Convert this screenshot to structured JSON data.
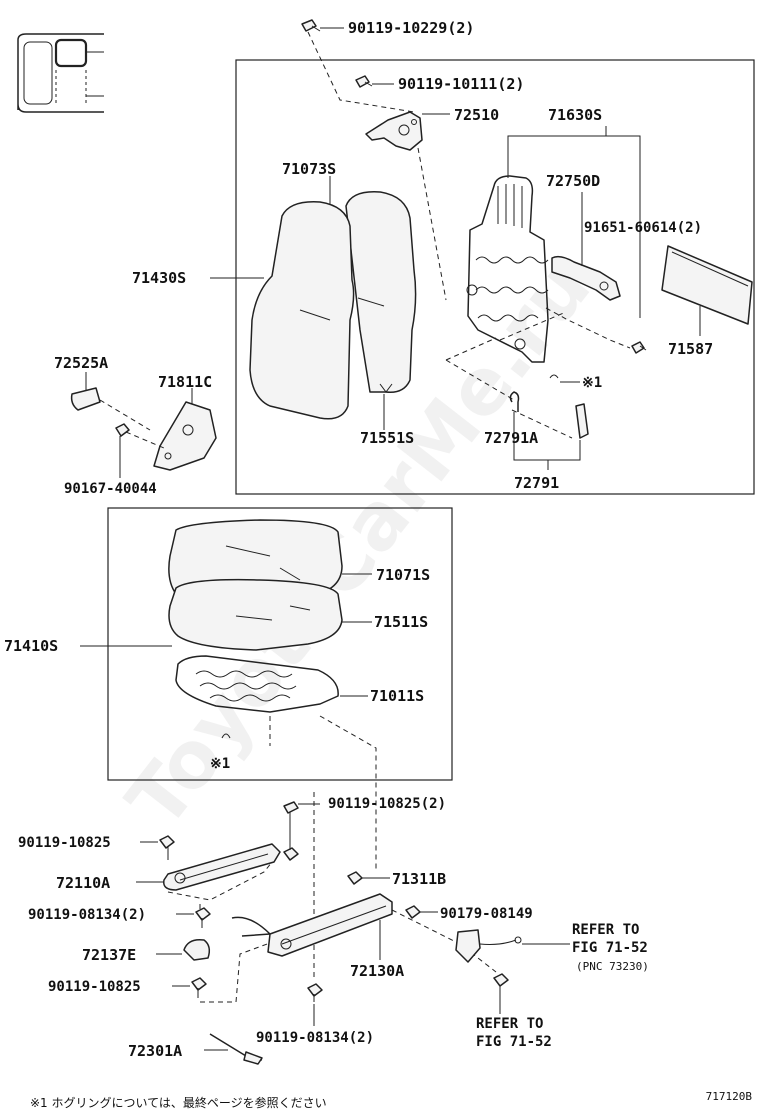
{
  "diagram": {
    "watermark": "ToyotaCarMe.ru",
    "figure_id": "717120B",
    "footnote": "※1  ホグリングについては、最終ページを参照ください",
    "labels": {
      "p_90119_10229": "90119-10229(2)",
      "p_90119_10111": "90119-10111(2)",
      "p_72510": "72510",
      "p_71630S": "71630S",
      "p_71073S": "71073S",
      "p_72750D": "72750D",
      "p_91651_60614": "91651-60614(2)",
      "p_71430S": "71430S",
      "p_71587": "71587",
      "p_72525A": "72525A",
      "p_71811C": "71811C",
      "p_ref1_top": "※1",
      "p_71551S": "71551S",
      "p_72791A": "72791A",
      "p_72791": "72791",
      "p_90167_40044": "90167-40044",
      "p_71071S": "71071S",
      "p_71511S": "71511S",
      "p_71410S": "71410S",
      "p_71011S": "71011S",
      "p_ref1_mid": "※1",
      "p_90119_10825_2": "90119-10825(2)",
      "p_90119_10825_a": "90119-10825",
      "p_72110A": "72110A",
      "p_71311B": "71311B",
      "p_90119_08134_2a": "90119-08134(2)",
      "p_90179_08149": "90179-08149",
      "p_refer_to_1": "REFER TO",
      "p_fig_71_52_1": "FIG 71-52",
      "p_pnc_73230": "(PNC 73230)",
      "p_72137E": "72137E",
      "p_72130A": "72130A",
      "p_90119_10825_b": "90119-10825",
      "p_refer_to_2": "REFER TO",
      "p_fig_71_52_2": "FIG 71-52",
      "p_90119_08134_2b": "90119-08134(2)",
      "p_72301A": "72301A"
    }
  }
}
